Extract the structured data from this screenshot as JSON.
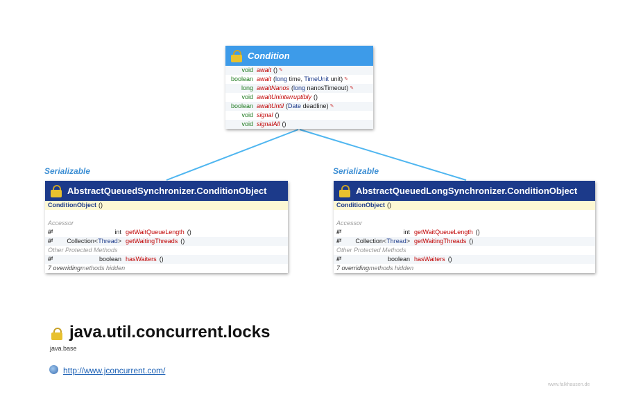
{
  "condition": {
    "title": "Condition",
    "methods": [
      {
        "ret": "void",
        "name": "await",
        "params": [],
        "star": true
      },
      {
        "ret": "boolean",
        "name": "await",
        "params": [
          {
            "t": "long",
            "n": "time"
          },
          {
            "t": "TimeUnit",
            "n": "unit"
          }
        ],
        "star": true
      },
      {
        "ret": "long",
        "name": "awaitNanos",
        "params": [
          {
            "t": "long",
            "n": "nanosTimeout"
          }
        ],
        "star": true
      },
      {
        "ret": "void",
        "name": "awaitUninterruptibly",
        "params": [],
        "star": false
      },
      {
        "ret": "boolean",
        "name": "awaitUntil",
        "params": [
          {
            "t": "Date",
            "n": "deadline"
          }
        ],
        "star": true
      },
      {
        "ret": "void",
        "name": "signal",
        "params": [],
        "star": false
      },
      {
        "ret": "void",
        "name": "signalAll",
        "params": [],
        "star": false
      }
    ],
    "star_glyph": "✎"
  },
  "left_class": {
    "interface_label": "Serializable",
    "title": "AbstractQueuedSynchronizer.ConditionObject",
    "ctor_name": "ConditionObject",
    "ctor_paren": "()",
    "section_accessor": "Accessor",
    "accessor": [
      {
        "mod": "#ᶠ",
        "type_pre": "",
        "type": "int",
        "type_post": "",
        "name": "getWaitQueueLength",
        "paren": "()"
      },
      {
        "mod": "#ᶠ",
        "type_pre": "Collection<",
        "type": "Thread",
        "type_post": ">",
        "name": "getWaitingThreads",
        "paren": "()"
      }
    ],
    "section_other": "Other Protected Methods",
    "other": [
      {
        "mod": "#ᶠ",
        "type_pre": "",
        "type": "boolean",
        "type_post": "",
        "name": "hasWaiters",
        "paren": "()"
      }
    ],
    "hidden_count": "7 overriding",
    "hidden_text": "methods hidden"
  },
  "right_class": {
    "interface_label": "Serializable",
    "title": "AbstractQueuedLongSynchronizer.ConditionObject",
    "ctor_name": "ConditionObject",
    "ctor_paren": "()",
    "section_accessor": "Accessor",
    "accessor": [
      {
        "mod": "#ᶠ",
        "type_pre": "",
        "type": "int",
        "type_post": "",
        "name": "getWaitQueueLength",
        "paren": "()"
      },
      {
        "mod": "#ᶠ",
        "type_pre": "Collection<",
        "type": "Thread",
        "type_post": ">",
        "name": "getWaitingThreads",
        "paren": "()"
      }
    ],
    "section_other": "Other Protected Methods",
    "other": [
      {
        "mod": "#ᶠ",
        "type_pre": "",
        "type": "boolean",
        "type_post": "",
        "name": "hasWaiters",
        "paren": "()"
      }
    ],
    "hidden_count": "7 overriding",
    "hidden_text": "methods hidden"
  },
  "package": {
    "name": "java.util.concurrent.locks",
    "module": "java.base",
    "url": "http://www.jconcurrent.com/"
  },
  "watermark": "www.falkhausen.de",
  "colors": {
    "interface_header": "#3d9be9",
    "class_header": "#1c3a8a",
    "edge": "#4fb6f0",
    "method_name": "#c00000",
    "return_type": "#1e7a1e"
  }
}
